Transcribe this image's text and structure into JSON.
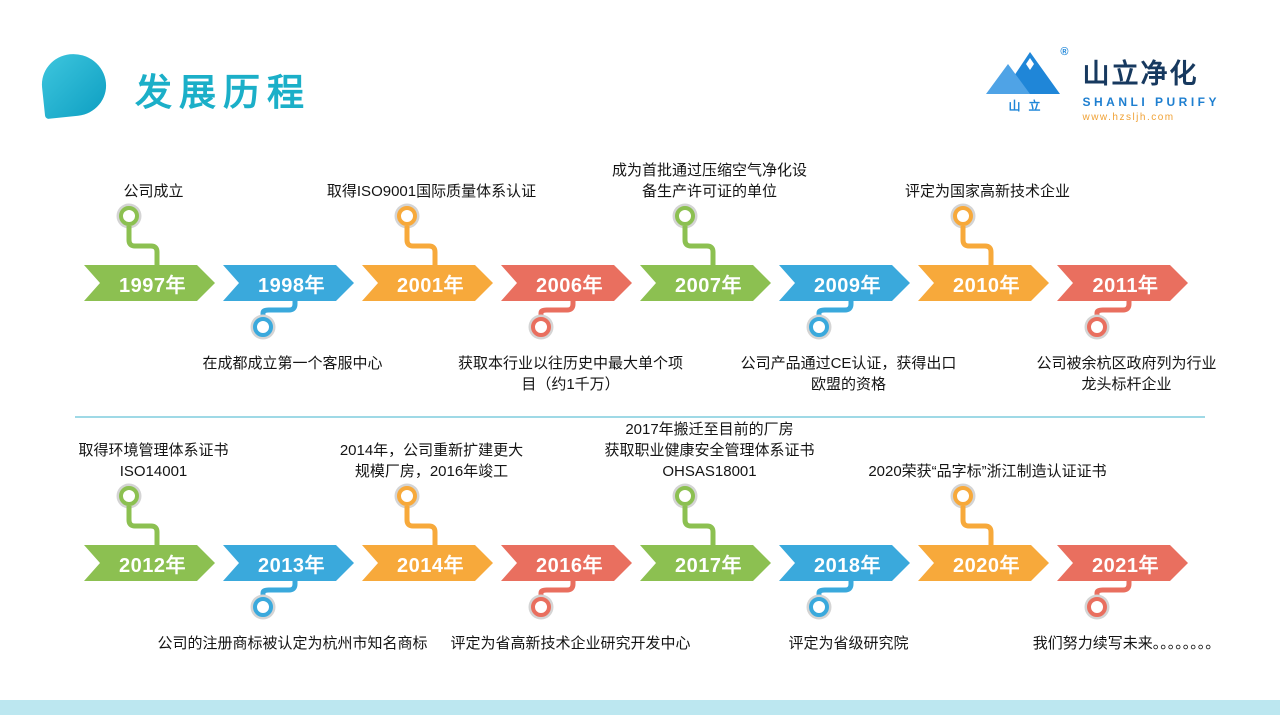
{
  "header": {
    "title": "发展历程",
    "logo": {
      "name": "山立净化",
      "subtitle": "SHANLI PURIFY",
      "url": "www.hzsljh.com",
      "mark": "山立",
      "registered": "®"
    }
  },
  "colors": {
    "accent_title": "#1bafc8",
    "green": "#8cc051",
    "blue": "#3aa9dc",
    "orange": "#f7a93b",
    "red": "#e96f5f",
    "footer_bar": "#bce7f0"
  },
  "timeline": {
    "rows": [
      {
        "items": [
          {
            "year": "1997年",
            "note": "公司成立",
            "position": "above",
            "color": "green"
          },
          {
            "year": "1998年",
            "note": "在成都成立第一个客服中心",
            "position": "below",
            "color": "blue"
          },
          {
            "year": "2001年",
            "note": "取得ISO9001国际质量体系认证",
            "position": "above",
            "color": "orange"
          },
          {
            "year": "2006年",
            "note": "获取本行业以往历史中最大单个项\n目（约1千万）",
            "position": "below",
            "color": "red"
          },
          {
            "year": "2007年",
            "note": "成为首批通过压缩空气净化设\n备生产许可证的单位",
            "position": "above",
            "color": "green"
          },
          {
            "year": "2009年",
            "note": "公司产品通过CE认证，获得出口\n欧盟的资格",
            "position": "below",
            "color": "blue"
          },
          {
            "year": "2010年",
            "note": "评定为国家高新技术企业",
            "position": "above",
            "color": "orange"
          },
          {
            "year": "2011年",
            "note": "公司被余杭区政府列为行业\n龙头标杆企业",
            "position": "below",
            "color": "red"
          }
        ]
      },
      {
        "items": [
          {
            "year": "2012年",
            "note": "取得环境管理体系证书\nISO14001",
            "position": "above",
            "color": "green"
          },
          {
            "year": "2013年",
            "note": "公司的注册商标被认定为杭州市知名商标",
            "position": "below",
            "color": "blue"
          },
          {
            "year": "2014年",
            "note": "2014年，公司重新扩建更大\n规模厂房，2016年竣工",
            "position": "above",
            "color": "orange"
          },
          {
            "year": "2016年",
            "note": "评定为省高新技术企业研究开发中心",
            "position": "below",
            "color": "red"
          },
          {
            "year": "2017年",
            "note": "2017年搬迁至目前的厂房\n获取职业健康安全管理体系证书\nOHSAS18001",
            "position": "above",
            "color": "green"
          },
          {
            "year": "2018年",
            "note": "评定为省级研究院",
            "position": "below",
            "color": "blue"
          },
          {
            "year": "2020年",
            "note": "2020荣获“品字标”浙江制造认证证书",
            "position": "above",
            "color": "orange"
          },
          {
            "year": "2021年",
            "note": "我们努力续写未来。。。。。。。。",
            "position": "below",
            "color": "red"
          }
        ]
      }
    ]
  }
}
